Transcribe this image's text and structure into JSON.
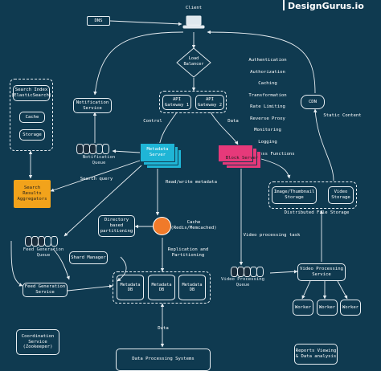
{
  "brand": "DesignGurus.io",
  "client": {
    "label": "Client"
  },
  "dns": "DNS",
  "load_balancer": "Load\nBalancer",
  "gateway_features": [
    "Authentication",
    "Authorization",
    "Caching",
    "Transformation",
    "Rate Limiting",
    "Reverse Proxy",
    "Monitoring",
    "Logging",
    "Serverless Functions"
  ],
  "gateways": [
    "API\nGateway 1",
    "API\nGateway 2"
  ],
  "cdn": "CDN",
  "static_content": "Static Content",
  "notification_service": "Notification\nService",
  "notification_queue": "Notification\nQueue",
  "search_index": "Search Index\n(ElasticSearch)",
  "cache_small": "Cache",
  "storage_small": "Storage",
  "search_aggregators": "Search\nResults\nAggregators",
  "search_query": "Search query",
  "control": "Control",
  "data": "Data",
  "metadata_server": "Metadata\nServer",
  "block_server": "Block Server",
  "read_write_metadata": "Read/write metadata",
  "image_storage": "Image/Thumbnail\nStorage",
  "video_storage": "Video\nStorage",
  "distributed_file_storage": "Distributed File Storage",
  "directory_partitioning": "Directory\nbased\npartitioning",
  "cache_redis": "Cache\n(Redis/Memcached)",
  "feed_generation_queue": "Feed Generation\nQueue",
  "shard_manager": "Shard Manager",
  "replication": "Replication and\nPartitioning",
  "video_processing_task": "Video processing task",
  "feed_generation_service": "Feed Generation\nService",
  "metadata_dbs": [
    "Metadata\nDB",
    "Metadata\nDB",
    "Metadata\nDB"
  ],
  "video_processing_queue": "Video Processing\nQueue",
  "video_processing_service": "Video Processing\nService",
  "workers": [
    "Worker",
    "Worker",
    "Worker"
  ],
  "data_label": "Data",
  "coordination_service": "Coordination\nService\n(Zookeeper)",
  "data_processing_systems": "Data Processing Systems",
  "reports": "Reports Viewing\n& Data analysis",
  "colors": {
    "background": "#0f3a50",
    "metadata_server": "#1fb5d6",
    "block_server": "#e6397a",
    "aggregator": "#f2a31b",
    "cache_orange": "#f07a2a",
    "line": "#e8eef2"
  }
}
